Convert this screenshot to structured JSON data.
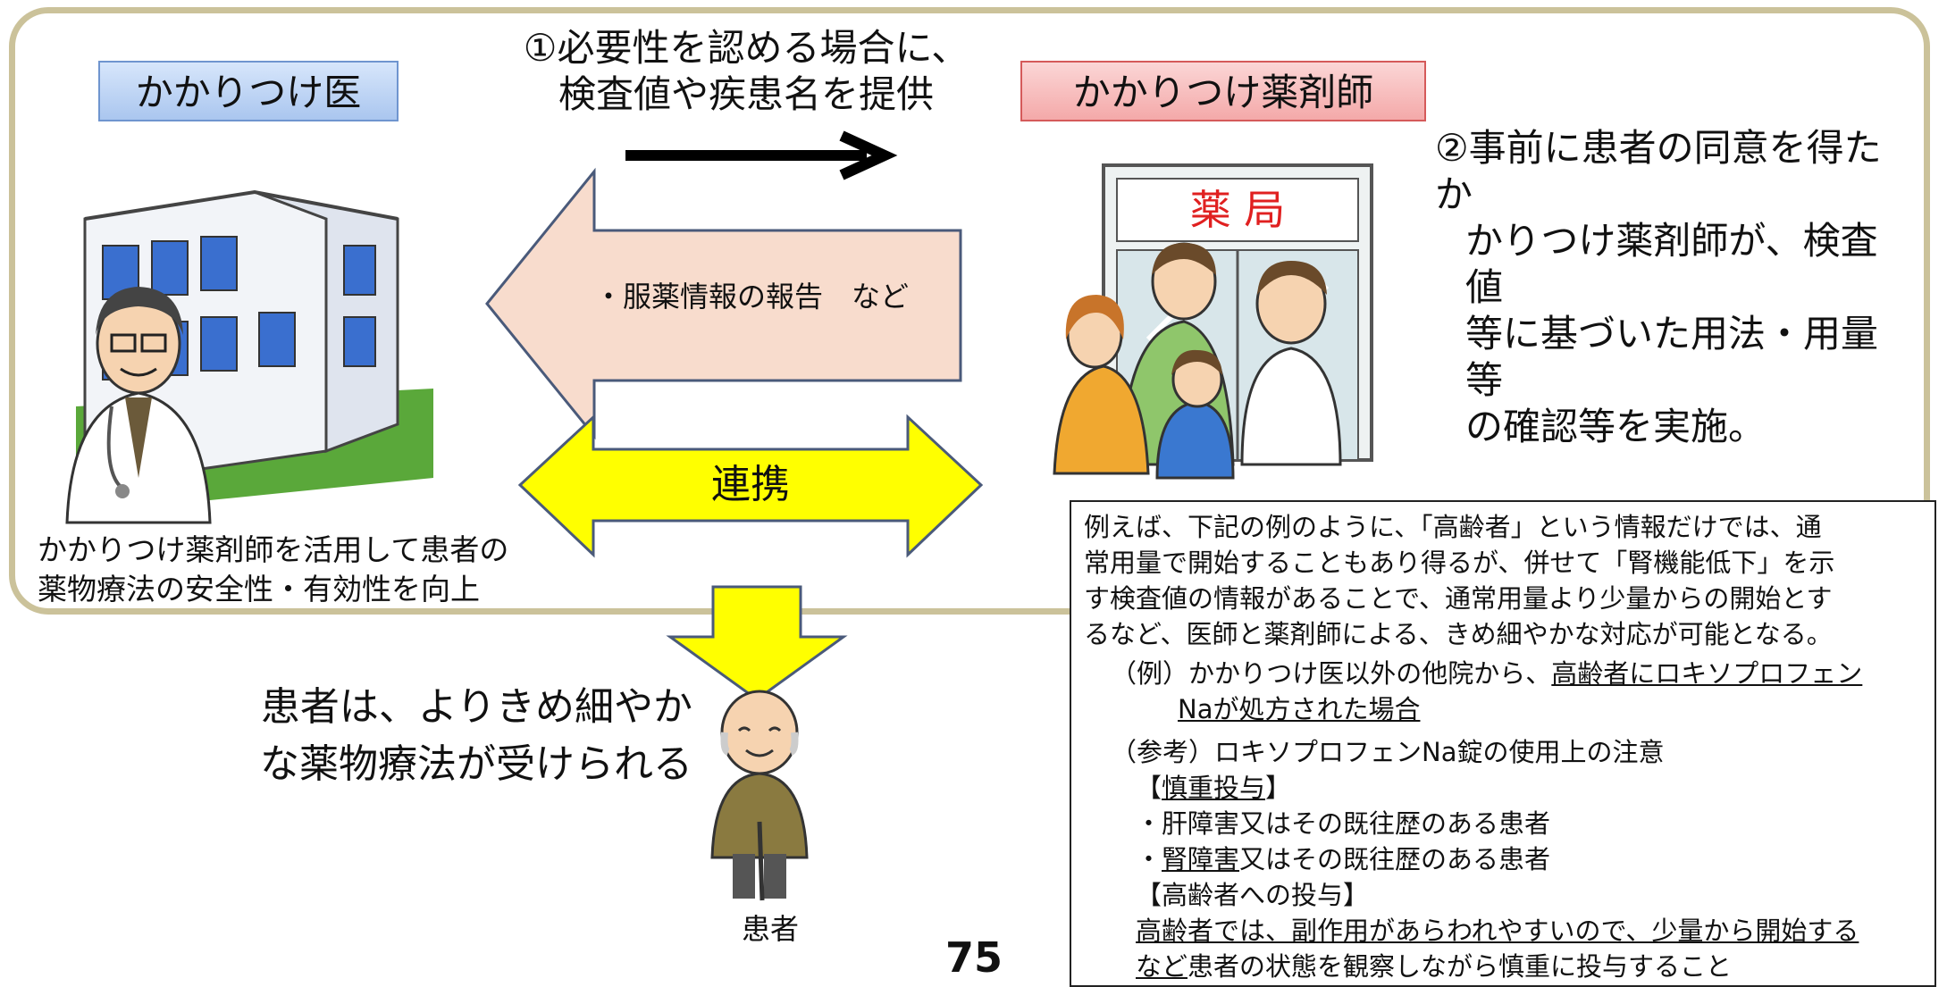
{
  "labels": {
    "doctor": "かかりつけ医",
    "pharmacist": "かかりつけ薬剤師",
    "pharmacy_sign": "薬 局",
    "patient": "患者",
    "page_number": "75"
  },
  "arrows": {
    "top_message_line1": "①必要性を認める場合に、",
    "top_message_line2": "検査値や疾患名を提供",
    "report": "・服薬情報の報告　など",
    "cooperation": "連携"
  },
  "pharmacist_action": {
    "line1": "②事前に患者の同意を得たか",
    "line2": "かりつけ薬剤師が、検査値",
    "line3": "等に基づいた用法・用量等",
    "line4": "の確認等を実施。"
  },
  "doctor_caption": {
    "line1": "かかりつけ薬剤師を活用して患者の",
    "line2": "薬物療法の安全性・有効性を向上"
  },
  "patient_benefit": {
    "line1": "患者は、よりきめ細やか",
    "line2": "な薬物療法が受けられる"
  },
  "note": {
    "intro_lines": [
      "例えば、下記の例のように、「高齢者」という情報だけでは、通",
      "常用量で開始することもあり得るが、併せて「腎機能低下」を示",
      "す検査値の情報があることで、通常用量より少量からの開始とす",
      "るなど、医師と薬剤師による、きめ細やかな対応が可能となる。"
    ],
    "example_prefix": "（例）かかりつけ医以外の他院から、",
    "example_underlined_1": "高齢者にロキソプロフェン",
    "example_underlined_2": "Naが処方された場合",
    "reference_title": "（参考）ロキソプロフェンNa錠の使用上の注意",
    "careful_bracket_open": "【",
    "careful_title": "慎重投与",
    "careful_bracket_close": "】",
    "careful_item1": "・肝障害又はその既往歴のある患者",
    "careful_item2_prefix": "・",
    "careful_item2_underlined": "腎障害",
    "careful_item2_suffix": "又はその既往歴のある患者",
    "elderly_title": "【高齢者への投与】",
    "elderly_underlined_1": "高齢者では、副作用があらわれやすいので、少量から開始する",
    "elderly_underlined_2": "など",
    "elderly_suffix": "患者の状態を観察しながら慎重に投与すること"
  },
  "colors": {
    "frame": "#cbc29a",
    "report_arrow_fill": "#f8dccd",
    "cooperation_arrow_fill": "#ffff00",
    "arrow_outline": "#4a5a7a"
  }
}
